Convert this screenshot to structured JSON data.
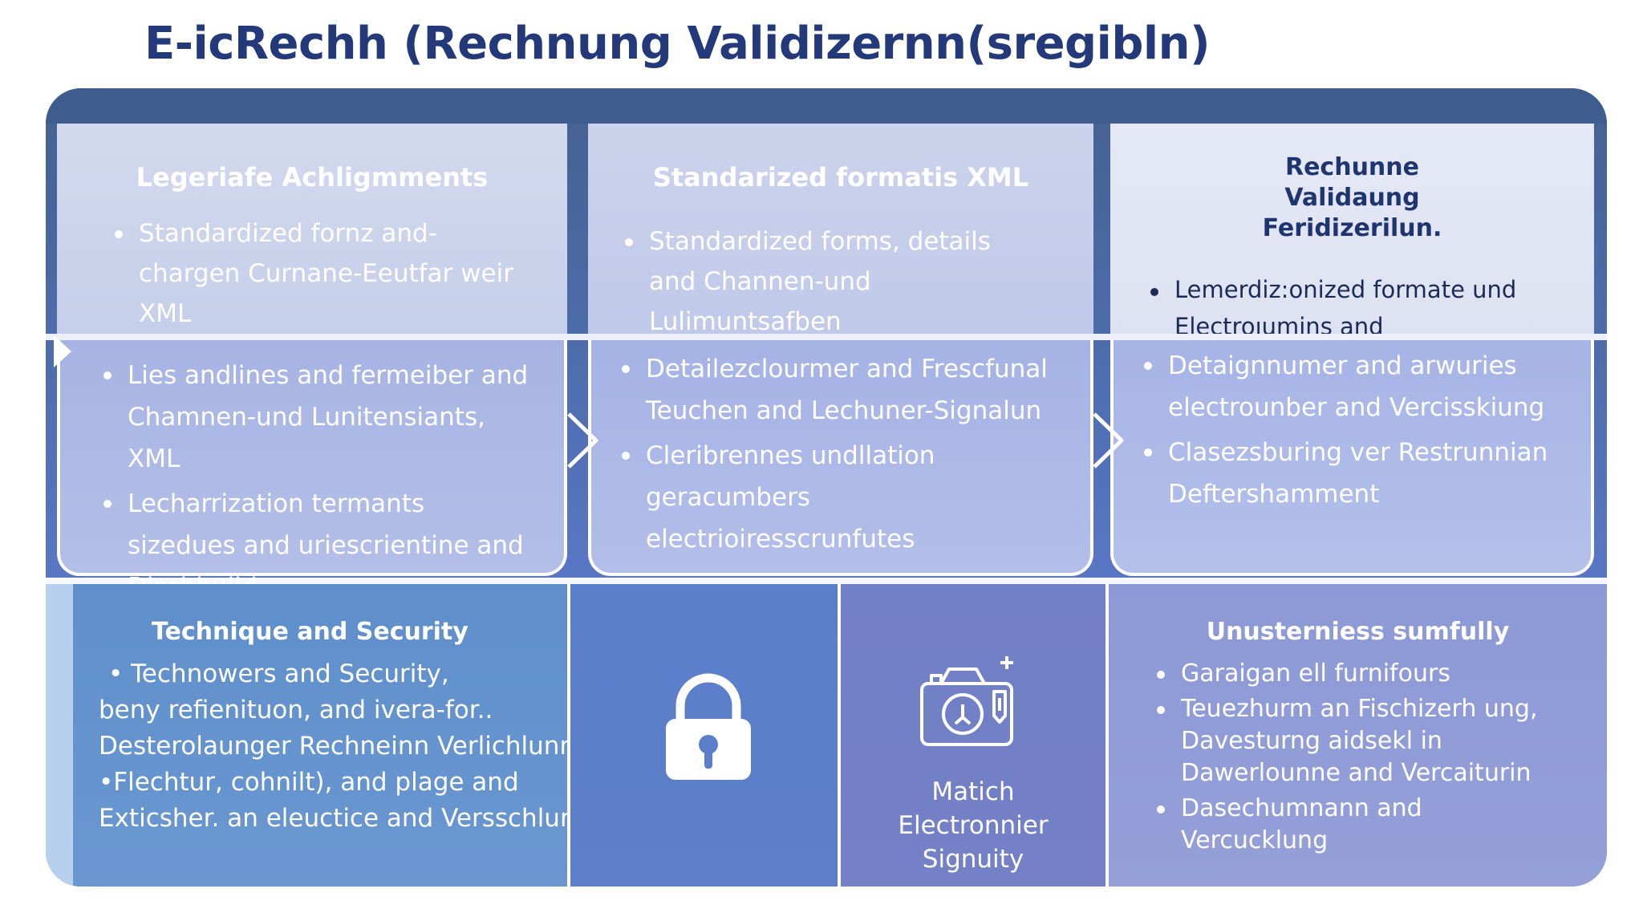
{
  "title": "E-icRechh (Rechnung Validizernn(sregibln)",
  "columns": [
    {
      "heading": "Legeriafe Achligmments",
      "top_bullets": [
        "Standardized fornz and-chargen Curnane-Eeutfar weir XML"
      ],
      "mid_bullets": [
        "Lies andlines and fermeiber and Chamnen-und Lunitensiants, XML",
        "Lecharrization termants sizedues and uriescrientine and Dischbuild"
      ]
    },
    {
      "heading": "Standarized formatis XML",
      "top_bullets": [
        "Standardized forms, details and Channen-und Lulimuntsafben"
      ],
      "mid_bullets": [
        "Detailezclourmer and Frescfunal Teuchen and Lechuner-Signalun",
        "Cleribrennes undllation geracumbers electrioiresscrunfutes"
      ]
    },
    {
      "heading": "Rechunne Validaung Feridizerilun.",
      "top_bullets": [
        "Lemerdiz:onized formate und Electroıumins and Verchilumnunt"
      ],
      "mid_bullets": [
        "Detaignnumer and arwuries electrounber and Vercisskiung",
        "Clasezsburing ver Restrunnian Deftershamment"
      ]
    }
  ],
  "bottom": {
    "security": {
      "heading": "Technique and Security",
      "lines": [
        "•   Technowers and Security,",
        "beny refienituon, and ivera-for..",
        "Desterolaunger Rechneinn Verlichlunn",
        "•Flechtur, cohnilt), and plage and",
        "Exticsher. an eleuctice  and Versschlung"
      ]
    },
    "lock": {
      "icon": "lock-icon"
    },
    "signature": {
      "icon": "camera-icon",
      "label_lines": [
        "Matich",
        "Electronnier",
        "Signuity"
      ]
    },
    "summary": {
      "heading": "Unusterniess sumfully",
      "bullets": [
        "Garaigan ell furnifours",
        "Teuezhurm an Fischizerh ung, Davesturng aidsekl in Dawerlounne and Vercaiturin",
        "Dasechumnann and Vercucklung"
      ]
    }
  },
  "colors": {
    "title": "#23397a",
    "frame": "#44618f",
    "accent": "#5876c4"
  }
}
